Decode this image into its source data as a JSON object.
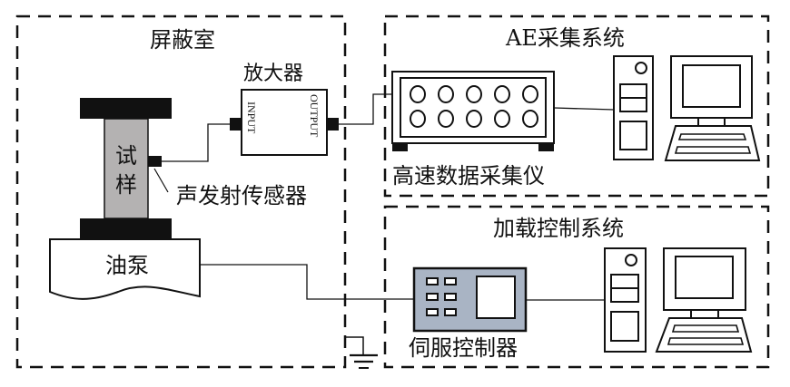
{
  "diagram": {
    "title": "AE monitoring test setup",
    "groups": {
      "shield_room": {
        "label": "屏蔽室"
      },
      "ae_system": {
        "label": "AE采集系统"
      },
      "load_system": {
        "label": "加载控制系统"
      }
    },
    "components": {
      "amplifier": {
        "label": "放大器",
        "input_label": "INPUT",
        "output_label": "OUTPUT"
      },
      "specimen": {
        "label_line1": "试",
        "label_line2": "样"
      },
      "sensor": {
        "label": "声发射传感器"
      },
      "oil_pump": {
        "label": "油泵"
      },
      "daq": {
        "label": "高速数据采集仪",
        "channels": 10
      },
      "servo": {
        "label": "伺服控制器"
      },
      "ae_computer": {
        "label": ""
      },
      "load_computer": {
        "label": ""
      },
      "ground": {
        "label": ""
      }
    },
    "colors": {
      "line": "#111111",
      "specimen_fill": "#b4b2b2",
      "servo_fill": "#a9b4c4"
    },
    "connections": [
      {
        "from": "sensor",
        "to": "amplifier.input"
      },
      {
        "from": "amplifier.output",
        "to": "daq"
      },
      {
        "from": "daq",
        "to": "ae_computer"
      },
      {
        "from": "oil_pump",
        "to": "servo"
      },
      {
        "from": "servo",
        "to": "load_computer"
      },
      {
        "from": "shield_room",
        "to": "ground"
      }
    ]
  }
}
